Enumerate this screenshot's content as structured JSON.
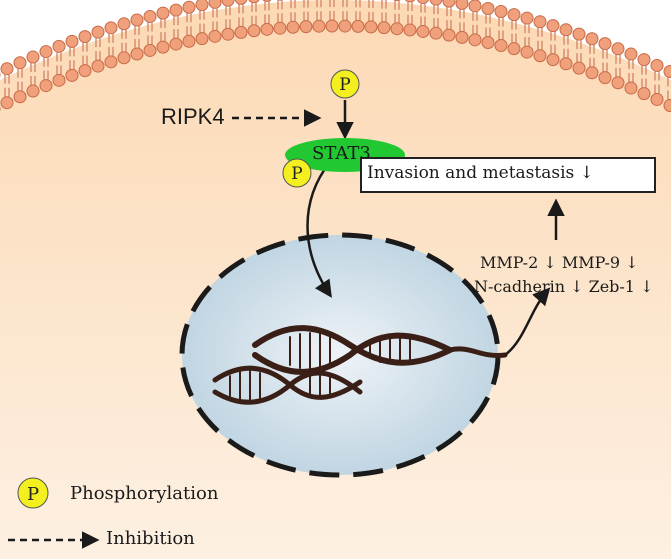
{
  "labels": {
    "ripk4": "RIPK4",
    "stat3": "STAT3",
    "phospho_mark": "P",
    "invasion": "Invasion and metastasis ↓",
    "targets_line1": "MMP-2 ↓ MMP-9 ↓",
    "targets_line2": "N-cadherin ↓  Zeb-1 ↓"
  },
  "legend": {
    "phospho_symbol": "P",
    "phospho_label": "Phosphorylation",
    "inhibition_label": "Inhibition"
  },
  "colors": {
    "cytoplasm": "#fde3c8",
    "membrane_head": "#f0a07a",
    "nucleus": "#c9dbe6",
    "stat3": "#22c832",
    "phospho": "#f4f020",
    "dna": "#3a1f16"
  }
}
